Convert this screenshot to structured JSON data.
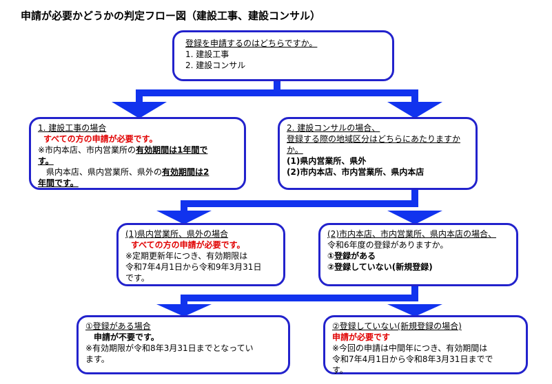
{
  "title": "申請が必要かどうかの判定フロー図（建設工事、建設コンサル）",
  "top": {
    "question": "登録を申請するのはどちらですか。",
    "opt1": "1. 建設工事",
    "opt2": "2. 建設コンサル"
  },
  "left1": {
    "heading": "1. 建設工事の場合",
    "required": "すべての方の申請が必要です。",
    "note1a": "※市内本店、市内営業所の",
    "note1b": "有効期間は1年間で",
    "note1c": "す。",
    "note2a": "県内本店、県内営業所、県外の",
    "note2b": "有効期間は2",
    "note2c": "年間です。"
  },
  "right1": {
    "heading": "2. 建設コンサルの場合、",
    "q1": "登録する際の地域区分はどちらにあたりますか",
    "q2": "か。",
    "opt1": "(1)県内営業所、県外",
    "opt2": "(2)市内本店、市内営業所、県内本店"
  },
  "left2": {
    "heading": "(1)県内営業所、県外の場合",
    "required": "すべての方の申請が必要です。",
    "line1": "※定期更新年につき、有効期限は",
    "line2": "令和7年4月1日から令和9年3月31日",
    "line3": "です。"
  },
  "right2": {
    "heading": "(2)市内本店、市内営業所、県内本店の場合、",
    "q": "令和6年度の登録がありますか。",
    "opt1": "①登録がある",
    "opt2": "②登録していない(新規登録)"
  },
  "left3": {
    "heading": "①登録がある場合",
    "result": "申請が不要です。",
    "line1": "※有効期限が令和8年3月31日までとなってい",
    "line2": "ます。"
  },
  "right3": {
    "heading": "②登録していない(新規登録の場合)",
    "required": "申請が必要です",
    "line1": "※今回の申請は中間年につき、有効期間は",
    "line2": "令和7年4月1日から令和8年3月31日までで",
    "line3": "す。"
  },
  "colors": {
    "border": "#2222cc",
    "arrow": "#1133ee",
    "red": "#e00000"
  }
}
